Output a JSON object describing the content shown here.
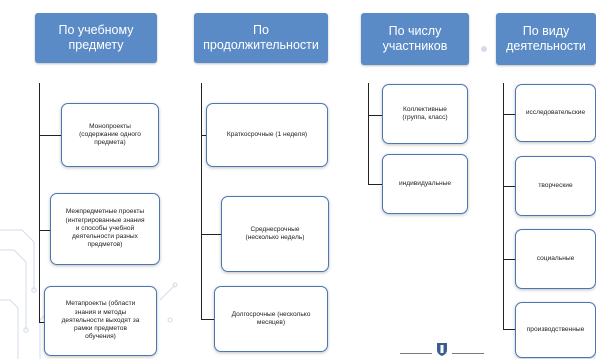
{
  "columns": [
    {
      "header": "По учебному\nпредмету",
      "items": [
        "Монопроекты\n(содержание одного\nпредмета)",
        "Межпредметные проекты\n(интегрированные знания\nи способы учебной\nдеятельности разных\nпредметов)",
        "Метапроекты (области\nзнания и методы\nдеятельности выходят за\nрамки предметов\nобучения)"
      ]
    },
    {
      "header": "По\nпродолжительности",
      "items": [
        "Краткосрочные (1 неделя)",
        "Среднесрочные\n(несколько недель)",
        "Долгосрочные (несколько\nмесяцев)"
      ]
    },
    {
      "header": "По числу\nучастников",
      "items": [
        "Коллективные\n(группа, класс)",
        "индивидуальные"
      ]
    },
    {
      "header": "По виду\nдеятельности",
      "items": [
        "исследовательские",
        "творческие",
        "социальные",
        "производственные"
      ]
    }
  ],
  "colors": {
    "header_fill": "#5b8bc6",
    "box_border": "#4a76b4",
    "connector": "#222222",
    "decor": "#cfd9e6"
  },
  "icons": {
    "footer": "logo-icon"
  }
}
